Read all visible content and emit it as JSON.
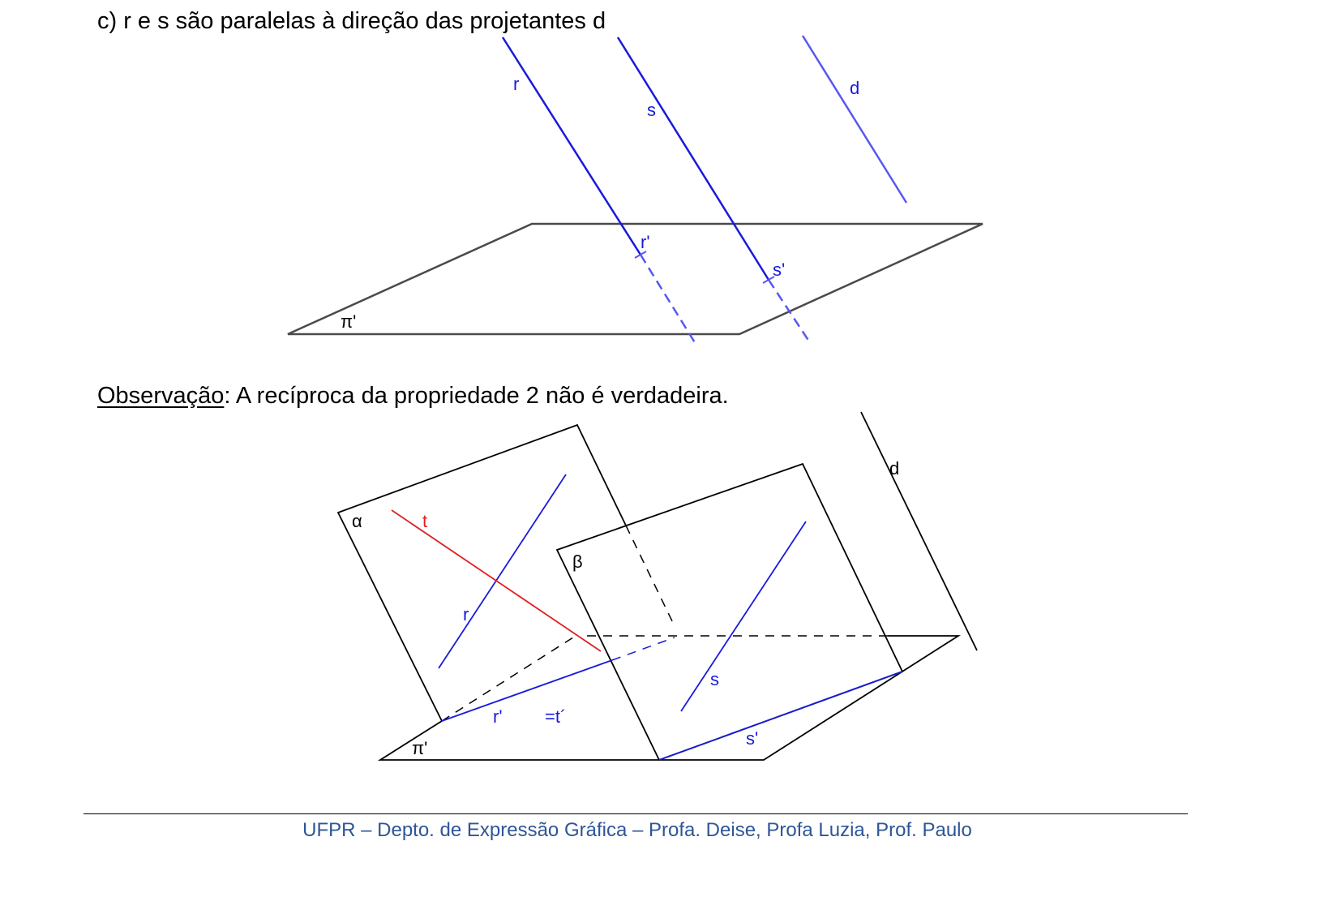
{
  "heading": "c) r e s são paralelas à direção das projetantes d",
  "observation": {
    "lead": "Observação",
    "text": ": A recíproca da propriedade 2 não é verdadeira."
  },
  "figure1": {
    "labels": {
      "r": "r",
      "s": "s",
      "d": "d",
      "r_proj": "r'",
      "s_proj": "s'",
      "plane": "π'"
    }
  },
  "figure2": {
    "labels": {
      "alpha": "α",
      "beta": "β",
      "t": "t",
      "r": "r",
      "s": "s",
      "d": "d",
      "r_proj": "r'",
      "t_proj": "=t´",
      "s_proj": "s'",
      "plane": "π'"
    }
  },
  "footer": {
    "text": "UFPR – Depto. de Expressão Gráfica – Profa. Deise, Profa Luzia, Prof. Paulo",
    "color": "#2e5597"
  },
  "colors": {
    "line_blue": "#1a1adb",
    "line_blue_light": "#5858f0",
    "line_red": "#e01f1f",
    "plane_outline": "#4a4a4a"
  }
}
